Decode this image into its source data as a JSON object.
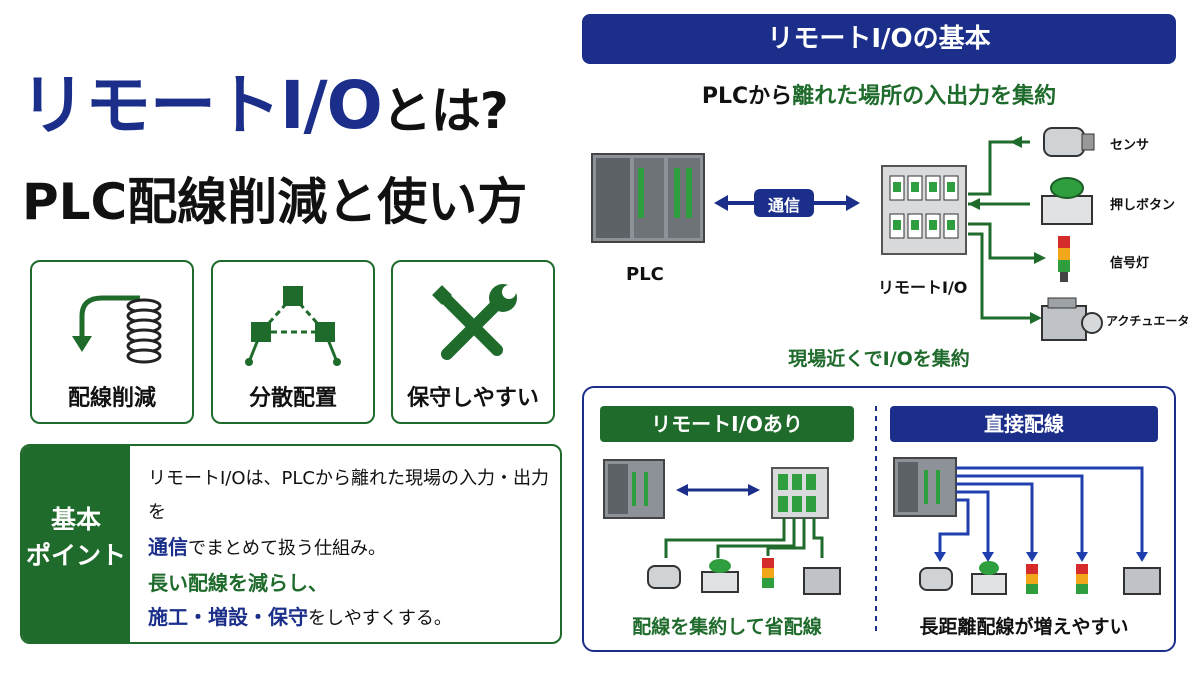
{
  "title": {
    "main": "リモートI/O",
    "tail": "とは?",
    "sub": "PLC配線削減と使い方"
  },
  "features": [
    {
      "label": "配線削減",
      "icon": "coil-icon"
    },
    {
      "label": "分散配置",
      "icon": "network-icon"
    },
    {
      "label": "保守しやすい",
      "icon": "tools-icon"
    }
  ],
  "point": {
    "label_line1": "基本",
    "label_line2": "ポイント",
    "line1": "リモートI/Oは、PLCから離れた現場の入力・出力を",
    "line2_em": "通信",
    "line2_rest": "でまとめて扱う仕組み。",
    "line3": "長い配線を減らし、",
    "line4_em": "施工・増設・保守",
    "line4_rest": "をしやすくする。"
  },
  "basic": {
    "header": "リモートI/Oの基本",
    "sub_a": "PLCから",
    "sub_b": "離れた場所の入出力を集約",
    "comm_label": "通信",
    "plc_label": "PLC",
    "rio_label": "リモートI/O",
    "devices": [
      "センサ",
      "押しボタン",
      "信号灯",
      "アクチュエータ"
    ],
    "caption": "現場近くでI/Oを集約"
  },
  "compare": {
    "left_title": "リモートI/Oあり",
    "left_caption": "配線を集約して省配線",
    "right_title": "直接配線",
    "right_caption": "長距離配線が増えやすい"
  },
  "colors": {
    "navy": "#1b2f8a",
    "green": "#1f6b2c",
    "wire_blue": "#1f3fae"
  }
}
